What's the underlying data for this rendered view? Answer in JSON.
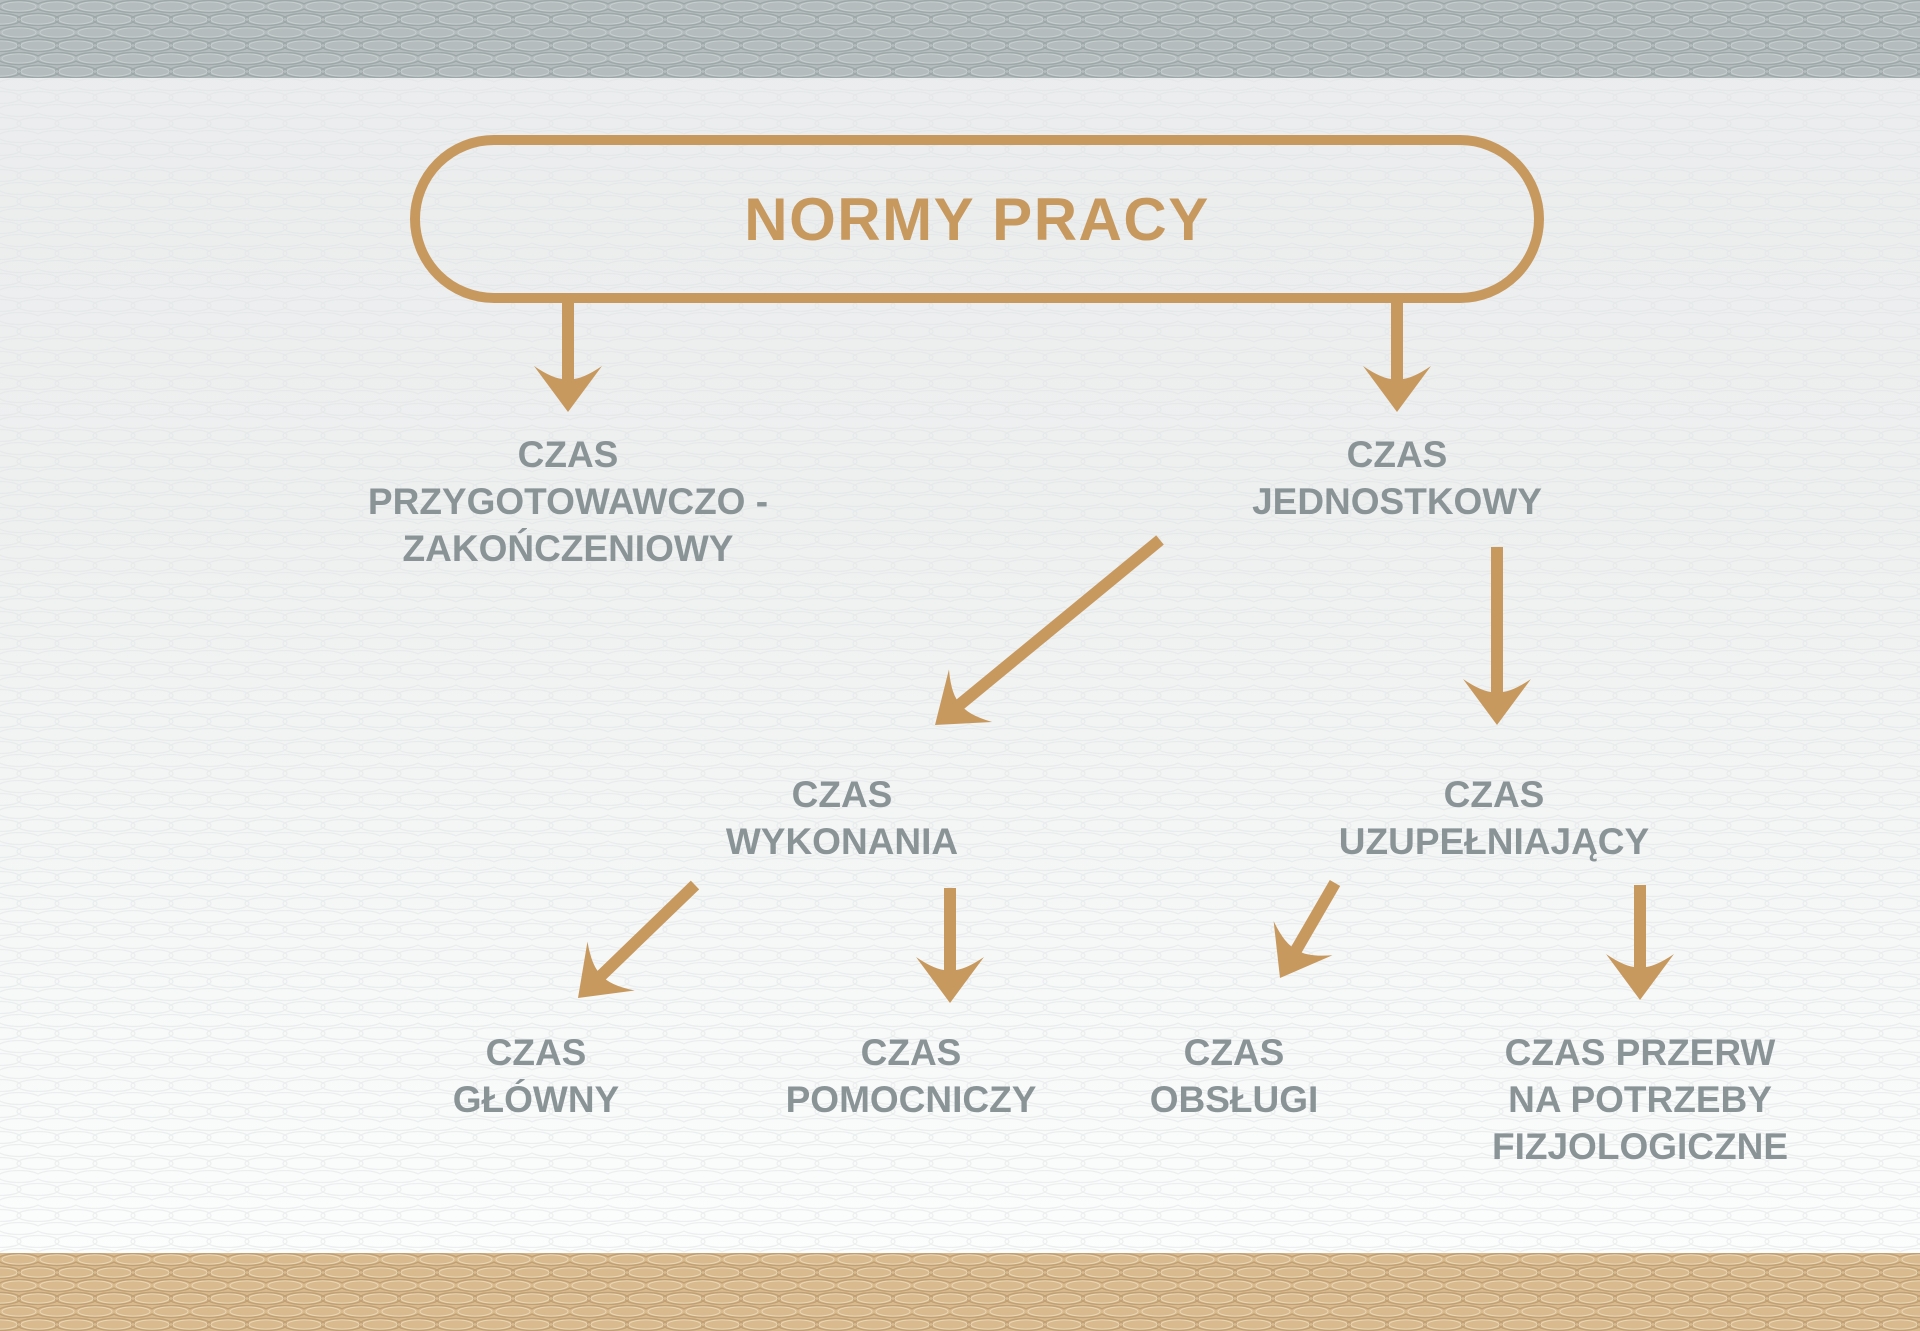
{
  "colors": {
    "accent": "#C8995E",
    "label": "#8A9496",
    "top_bar_base": "#B4BCBD",
    "top_bar_weave_dark": "#9DA7A8",
    "top_bar_weave_light": "#C7CECE",
    "bottom_bar_base": "#D8BA8E",
    "bottom_bar_weave_dark": "#BF9F73",
    "bottom_bar_weave_light": "#EAD7B7",
    "background_top": "#EAECED",
    "background_bottom": "#FDFEFE"
  },
  "root": {
    "id": "normy-pracy",
    "label": "NORMY PRACY"
  },
  "nodes": [
    {
      "id": "czas-przygotowawczo-zakonczeniowy",
      "label": "CZAS\nPRZYGOTOWAWCZO -\nZAKOŃCZENIOWY"
    },
    {
      "id": "czas-jednostkowy",
      "label": "CZAS\nJEDNOSTKOWY"
    },
    {
      "id": "czas-wykonania",
      "label": "CZAS\nWYKONANIA"
    },
    {
      "id": "czas-uzupelniajacy",
      "label": "CZAS\nUZUPEŁNIAJĄCY"
    },
    {
      "id": "czas-glowny",
      "label": "CZAS\nGŁÓWNY"
    },
    {
      "id": "czas-pomocniczy",
      "label": "CZAS\nPOMOCNICZY"
    },
    {
      "id": "czas-obslugi",
      "label": "CZAS\nOBSŁUGI"
    },
    {
      "id": "czas-przerw-na-potrzeby-fizjologiczne",
      "label": "CZAS PRZERW\nNA POTRZEBY\nFIZJOLOGICZNE"
    }
  ],
  "edges": [
    {
      "from": "normy-pracy",
      "to": "czas-przygotowawczo-zakonczeniowy"
    },
    {
      "from": "normy-pracy",
      "to": "czas-jednostkowy"
    },
    {
      "from": "czas-jednostkowy",
      "to": "czas-wykonania"
    },
    {
      "from": "czas-jednostkowy",
      "to": "czas-uzupelniajacy"
    },
    {
      "from": "czas-wykonania",
      "to": "czas-glowny"
    },
    {
      "from": "czas-wykonania",
      "to": "czas-pomocniczy"
    },
    {
      "from": "czas-uzupelniajacy",
      "to": "czas-obslugi"
    },
    {
      "from": "czas-uzupelniajacy",
      "to": "czas-przerw-na-potrzeby-fizjologiczne"
    }
  ]
}
